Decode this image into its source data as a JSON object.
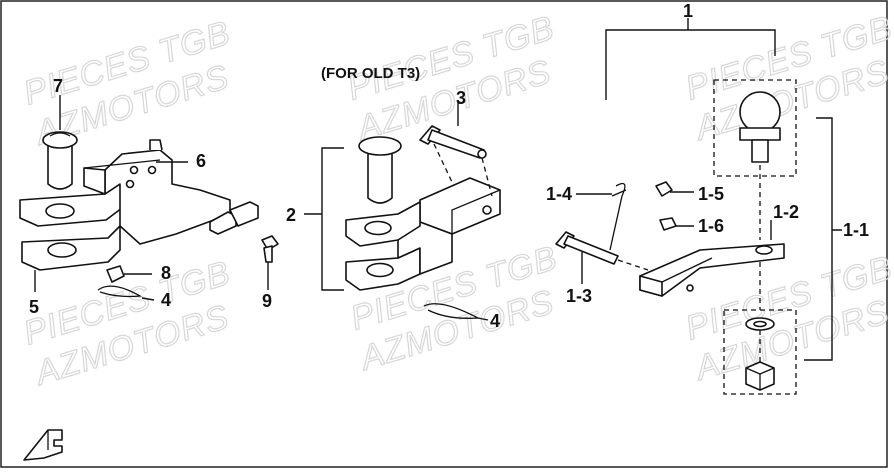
{
  "diagram": {
    "note": "(FOR OLD T3)",
    "labels": {
      "p1": "1",
      "p1_1": "1-1",
      "p1_2": "1-2",
      "p1_3": "1-3",
      "p1_4": "1-4",
      "p1_5": "1-5",
      "p1_6": "1-6",
      "p2": "2",
      "p3": "3",
      "p4a": "4",
      "p4b": "4",
      "p5": "5",
      "p6": "6",
      "p7": "7",
      "p8": "8",
      "p9": "9"
    },
    "watermarks": [
      "PIECES TGB",
      "AZMOTORS",
      "PIECES TGB",
      "AZMOTORS",
      "PIECES TGB",
      "AZMOTORS",
      "PIECES TGB",
      "AZMOTORS",
      "PIECES TGB",
      "AZMOTORS",
      "PIECES TGB",
      "AZMOTORS"
    ],
    "colors": {
      "line": "#111111",
      "watermark": "#d7d7d7",
      "background": "#ffffff"
    }
  }
}
